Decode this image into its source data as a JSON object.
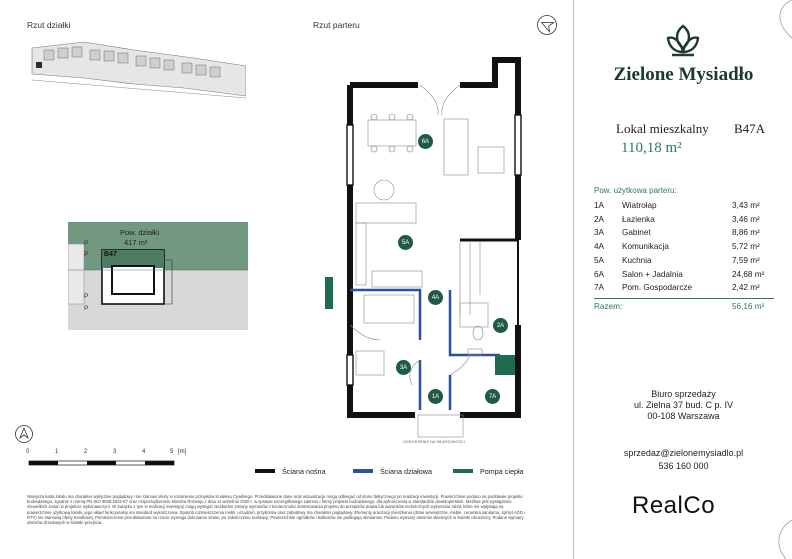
{
  "headers": {
    "site_plan": "Rzut działki",
    "ground_floor": "Rzut parteru"
  },
  "plot": {
    "area_label": "Pow. działki",
    "area_value": "417 m²",
    "unit_code": "B47",
    "parking": [
      "P",
      "P",
      "P",
      "P"
    ]
  },
  "scale": {
    "ticks": [
      "0",
      "1",
      "2",
      "3",
      "4",
      "5"
    ],
    "unit": "[m]"
  },
  "legend": [
    {
      "label": "Ściana nośna",
      "color": "#111111"
    },
    {
      "label": "Ściana działowa",
      "color": "#2d4fa0"
    },
    {
      "label": "Pompa ciepła",
      "color": "#1f6b4f"
    }
  ],
  "plan": {
    "badges": [
      "6A",
      "5A",
      "4A",
      "3A",
      "2A",
      "1A",
      "7A"
    ],
    "neighbor_note": "OGRODZENIE NA WŁAŚCIWOŚCI"
  },
  "disclaimer": "Niniejsza karta lokalu ma charakter wyłącznie poglądowy i nie stanowi oferty w rozumieniu przepisów Kodeksu Cywilnego. Przedstawione dane oraz wizualizacje mogą odbiegać od stanu faktycznego po realizacji inwestycji. Powierzchnie podano na podstawie projektu budowlanego, zgodnie z normą PN-ISO 9836:2022-07 oraz rozporządzeniem Ministra Rozwoju z dnia 11 września 2020 r. w sprawie szczegółowego zakresu i formy projektu budowlanego, dla wykończenia w standardzie deweloperskim. Możliwe jest wystąpienie niewielkich zmian w projekcie wykonawczym. W związku z tym w realizacji inwestycji mogą wystąpić niezbędne zmiany wymiarów z konieczności dostosowania projektu do przepisów prawa lub warunków technicznych wykonania robót, które nie wpływają na powierzchnię użytkową lokalu, jego układ funkcjonalny ani standard wykończenia. Sposób rozmieszczenia mebli, urządzeń, przyborów oraz zabudowy ma charakter poglądowy. Elementy aranżacji mieszkania (drzwi wewnętrzne, meble, ceramika sanitarna, sprzęt AGD i RTV) nie stanowią oferty handlowej. Pomieszczenie przedstawione na rzucie wymaga dokonania zmian, po zakończeniu realizacji. Powierzchnie ogródków i balkonów nie podlegają obmiarowi. Podano wymiary otworów okiennych w świetle ościeżnicy, Podane wymiary otworów drzwiowych w świetle przejścia.",
  "brand": {
    "name": "Zielone Mysiadło",
    "partner": "RealCo"
  },
  "unit": {
    "label": "Lokal mieszkalny",
    "code": "B47A",
    "area": "110,18 m²"
  },
  "rooms_header": "Pow. użytkowa parteru:",
  "rooms": [
    {
      "id": "1A",
      "name": "Wiatrołap",
      "area": "3,43 m²"
    },
    {
      "id": "2A",
      "name": "Łazienka",
      "area": "3,46 m²"
    },
    {
      "id": "3A",
      "name": "Gabinet",
      "area": "8,86 m²"
    },
    {
      "id": "4A",
      "name": "Komunikacja",
      "area": "5,72 m²"
    },
    {
      "id": "5A",
      "name": "Kuchnia",
      "area": "7,59 m²"
    },
    {
      "id": "6A",
      "name": "Salon + Jadalnia",
      "area": "24,68 m²"
    },
    {
      "id": "7A",
      "name": "Pom. Gospodarcze",
      "area": "2,42 m²"
    }
  ],
  "total": {
    "label": "Razem:",
    "value": "56,16 m²"
  },
  "office": {
    "title": "Biuro sprzedaży",
    "address": "ul. Zielna 37 bud. C p. IV",
    "city": "00-108 Warszawa"
  },
  "contact": {
    "email": "sprzedaz@zielonemysiadlo.pl",
    "phone": "536 160 000"
  }
}
